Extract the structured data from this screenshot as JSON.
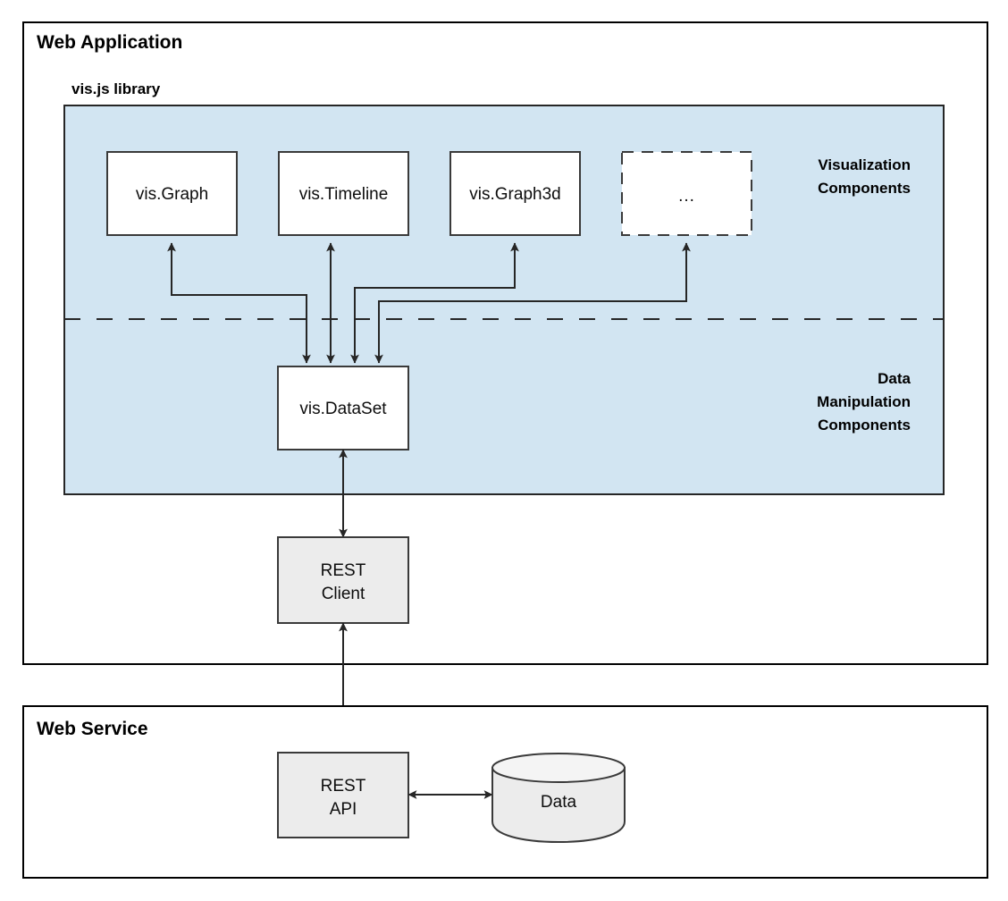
{
  "containers": {
    "web_application": {
      "title": "Web Application"
    },
    "web_service": {
      "title": "Web Service"
    }
  },
  "library_panel": {
    "title": "vis.js library",
    "accent_color": "#d2e5f2",
    "tiers": {
      "visualization": {
        "label_line1": "Visualization",
        "label_line2": "Components"
      },
      "data_manipulation": {
        "label_line1": "Data",
        "label_line2": "Manipulation",
        "label_line3": "Components"
      }
    }
  },
  "visualization_components": [
    {
      "label": "vis.Graph",
      "style": "solid"
    },
    {
      "label": "vis.Timeline",
      "style": "solid"
    },
    {
      "label": "vis.Graph3d",
      "style": "solid"
    },
    {
      "label": "...",
      "style": "dashed"
    }
  ],
  "data_components": [
    {
      "label": "vis.DataSet"
    }
  ],
  "client_nodes": [
    {
      "label_line1": "REST",
      "label_line2": "Client"
    }
  ],
  "service_nodes": [
    {
      "label_line1": "REST",
      "label_line2": "API"
    }
  ],
  "datastore": {
    "label": "Data"
  }
}
